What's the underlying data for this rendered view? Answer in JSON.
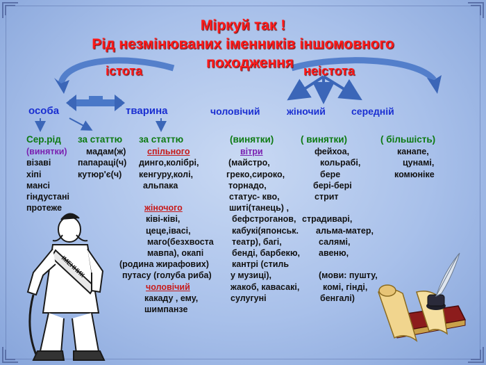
{
  "title": {
    "line1": "Міркуй так !",
    "line2": "Рід незмінюваних іменників іншомовного",
    "line3": "походження"
  },
  "categories": {
    "animate": "істота",
    "inanimate": "неістота"
  },
  "subcategories": {
    "person": "особа",
    "animal": "тварина",
    "masculine": "чоловічий",
    "feminine": "жіночий",
    "neuter": "середній"
  },
  "columns": {
    "person": {
      "header": "Сер.рід",
      "note": "(винятки)",
      "items": [
        "візаві",
        "хіпі",
        "мансі",
        "гіндустані",
        "протеже"
      ]
    },
    "person_by_article": {
      "header": "за статтю",
      "items": [
        "мадам(ж)",
        "папараці(ч)",
        "кутюр'є(ч)"
      ]
    },
    "animal_by_article": {
      "header": "за статтю",
      "common_label": "спільного",
      "common_items": [
        "динго,колібрі,",
        "кенгуру,колі,",
        "альпака"
      ],
      "feminine_label": "жіночого",
      "feminine_items": [
        "ківі-ківі,",
        "цеце,івасі,",
        "маго(безхвоста",
        "мавпа), окапі",
        "(родина жирафових)",
        "путасу (голуба риба)"
      ],
      "masculine_label": "чоловічий",
      "masculine_items": [
        "какаду , ему,",
        "шимпанзе"
      ]
    },
    "masculine": {
      "header": "(винятки)",
      "sublabel": "вітри",
      "items": [
        "(майстро,",
        "греко,сироко,",
        "торнадо,",
        "статус- кво,",
        "шиті(танець) ,",
        "бефстроганов,",
        "кабукі(японськ.",
        "театр), багі,",
        "бенді, барбекю,",
        "кантрі (стиль",
        "у музиці),",
        "жакоб, кавасакі,",
        "сулугуні"
      ]
    },
    "feminine": {
      "header": "( винятки)",
      "items": [
        "фейхоа,",
        "кольрабі,",
        "бере",
        "бері-бері",
        "стрит",
        "",
        "страдиварі,",
        "альма-матер,",
        "салямі,",
        "авеню,",
        "",
        "(мови: пушту,",
        "комі, гінді,",
        "бенгалі)"
      ]
    },
    "neuter": {
      "header": "( більшість)",
      "items": [
        "канапе,",
        "цунамі,",
        "комюніке"
      ]
    }
  },
  "illustration": {
    "cossack_sash_text": "ІМЕННИК"
  },
  "colors": {
    "title": "#ff1a1a",
    "subcategory": "#1a2fd1",
    "column_header": "#0d7a12",
    "exception_label": "#7a1fb0",
    "gender_label": "#c71a1a"
  }
}
